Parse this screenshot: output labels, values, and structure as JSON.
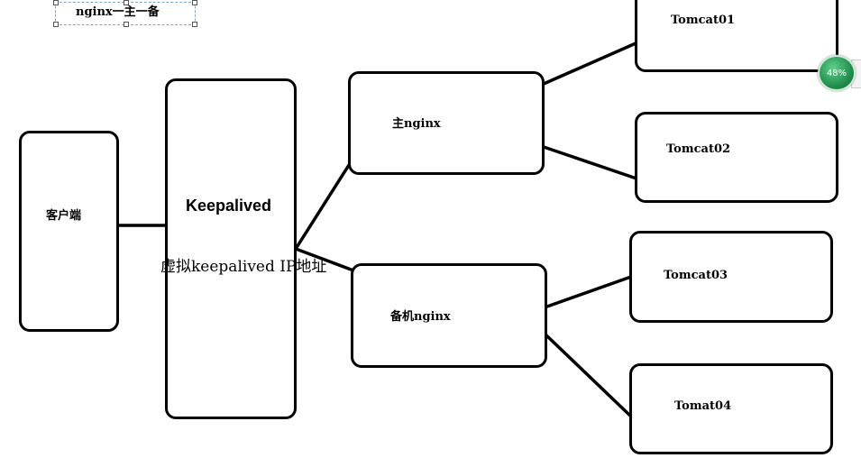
{
  "diagram": {
    "caption": "nginx一主一备",
    "client": "客户端",
    "keepalived": "Keepalived",
    "vip_note": "虚拟keepalived IP地址",
    "master_nginx": "主nginx",
    "backup_nginx": "备机nginx",
    "tomcats": [
      "Tomcat01",
      "Tomcat02",
      "Tomcat03",
      "Tomat04"
    ]
  },
  "zoom_widget": {
    "level": "48%",
    "accent": "#1f8a4a"
  }
}
